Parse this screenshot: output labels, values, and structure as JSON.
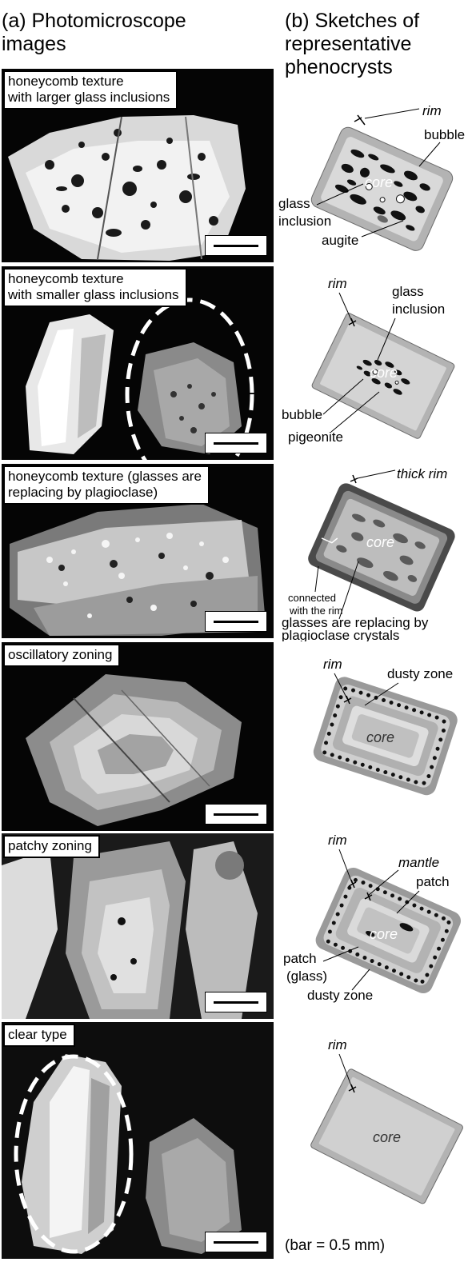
{
  "headers": {
    "a": "(a) Photomicroscope\nimages",
    "b": "(b) Sketches of\nrepresentative\nphenocrysts"
  },
  "panels": [
    {
      "label": "honeycomb texture\n with larger glass inclusions",
      "annotations": {
        "rim": "rim",
        "bubble": "bubble",
        "core": "core",
        "glass1": "glass",
        "glass2": "inclusion",
        "augite": "augite"
      }
    },
    {
      "label": "honeycomb texture\n with smaller glass inclusions",
      "annotations": {
        "rim": "rim",
        "glass1": "glass",
        "glass2": "inclusion",
        "core": "core",
        "bubble": "bubble",
        "pigeonite": "pigeonite"
      }
    },
    {
      "label": "honeycomb texture (glasses are\nreplacing by plagioclase)",
      "annotations": {
        "thick_rim": "thick rim",
        "core": "core",
        "connected1": "connected",
        "connected2": "with the rim",
        "replacing1": "glasses are replacing by",
        "replacing2": "plagioclase crystals"
      }
    },
    {
      "label": "oscillatory zoning",
      "annotations": {
        "rim": "rim",
        "dusty": "dusty zone",
        "core": "core"
      }
    },
    {
      "label": "patchy zoning",
      "annotations": {
        "rim": "rim",
        "mantle": "mantle",
        "patch": "patch",
        "core": "core",
        "patch_glass1": "patch",
        "patch_glass2": "(glass)",
        "dusty": "dusty zone"
      }
    },
    {
      "label": "clear type",
      "annotations": {
        "rim": "rim",
        "core": "core"
      }
    }
  ],
  "bar_note": "(bar = 0.5 mm)"
}
